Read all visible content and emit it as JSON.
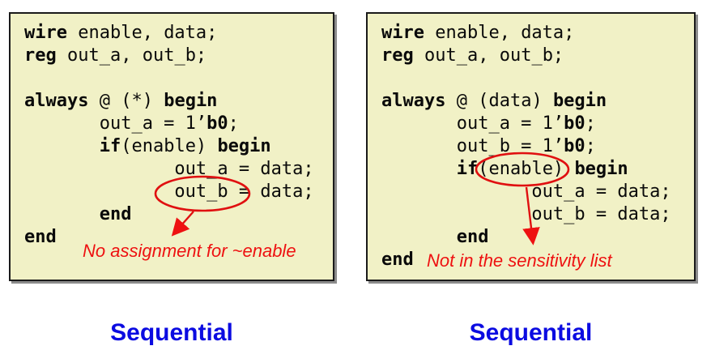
{
  "slide": {
    "colors": {
      "panel_bg": "#F1F1C6",
      "panel_border": "#1a1a1a",
      "shadow": "#8c8c8c",
      "annotation_red": "#EE1111",
      "caption_blue": "#0B0BE1",
      "code_text": "#0a0a0a"
    },
    "panels": [
      {
        "id": "left",
        "code": [
          [
            {
              "t": "wire",
              "b": 1
            },
            {
              "t": " enable, data;",
              "b": 0
            }
          ],
          [
            {
              "t": "reg",
              "b": 1
            },
            {
              "t": " out_a, out_b;",
              "b": 0
            }
          ],
          [],
          [
            {
              "t": "always",
              "b": 1
            },
            {
              "t": " @ (*) ",
              "b": 0
            },
            {
              "t": "begin",
              "b": 1
            }
          ],
          [
            {
              "t": "       out_a = 1’",
              "b": 0
            },
            {
              "t": "b0",
              "b": 1
            },
            {
              "t": ";",
              "b": 0
            }
          ],
          [
            {
              "t": "       ",
              "b": 0
            },
            {
              "t": "if",
              "b": 1
            },
            {
              "t": "(enable) ",
              "b": 0
            },
            {
              "t": "begin",
              "b": 1
            }
          ],
          [
            {
              "t": "              out_a = data;",
              "b": 0
            }
          ],
          [
            {
              "t": "              out_b = data;",
              "b": 0
            }
          ],
          [
            {
              "t": "       ",
              "b": 0
            },
            {
              "t": "end",
              "b": 1
            }
          ],
          [
            {
              "t": "end",
              "b": 1
            }
          ]
        ],
        "circled_token": "out_b",
        "annotation": "No assignment for ~enable",
        "caption": "Sequential"
      },
      {
        "id": "right",
        "code": [
          [
            {
              "t": "wire",
              "b": 1
            },
            {
              "t": " enable, data;",
              "b": 0
            }
          ],
          [
            {
              "t": "reg",
              "b": 1
            },
            {
              "t": " out_a, out_b;",
              "b": 0
            }
          ],
          [],
          [
            {
              "t": "always",
              "b": 1
            },
            {
              "t": " @ (data) ",
              "b": 0
            },
            {
              "t": "begin",
              "b": 1
            }
          ],
          [
            {
              "t": "       out_a = 1’",
              "b": 0
            },
            {
              "t": "b0",
              "b": 1
            },
            {
              "t": ";",
              "b": 0
            }
          ],
          [
            {
              "t": "       out_b = 1’",
              "b": 0
            },
            {
              "t": "b0",
              "b": 1
            },
            {
              "t": ";",
              "b": 0
            }
          ],
          [
            {
              "t": "       ",
              "b": 0
            },
            {
              "t": "if",
              "b": 1
            },
            {
              "t": "(enable) ",
              "b": 0
            },
            {
              "t": "begin",
              "b": 1
            }
          ],
          [
            {
              "t": "              out_a = data;",
              "b": 0
            }
          ],
          [
            {
              "t": "              out_b = data;",
              "b": 0
            }
          ],
          [
            {
              "t": "       ",
              "b": 0
            },
            {
              "t": "end",
              "b": 1
            }
          ],
          [
            {
              "t": "end",
              "b": 1
            }
          ]
        ],
        "circled_token": "enable",
        "annotation": "Not in the sensitivity list",
        "caption": "Sequential"
      }
    ]
  }
}
